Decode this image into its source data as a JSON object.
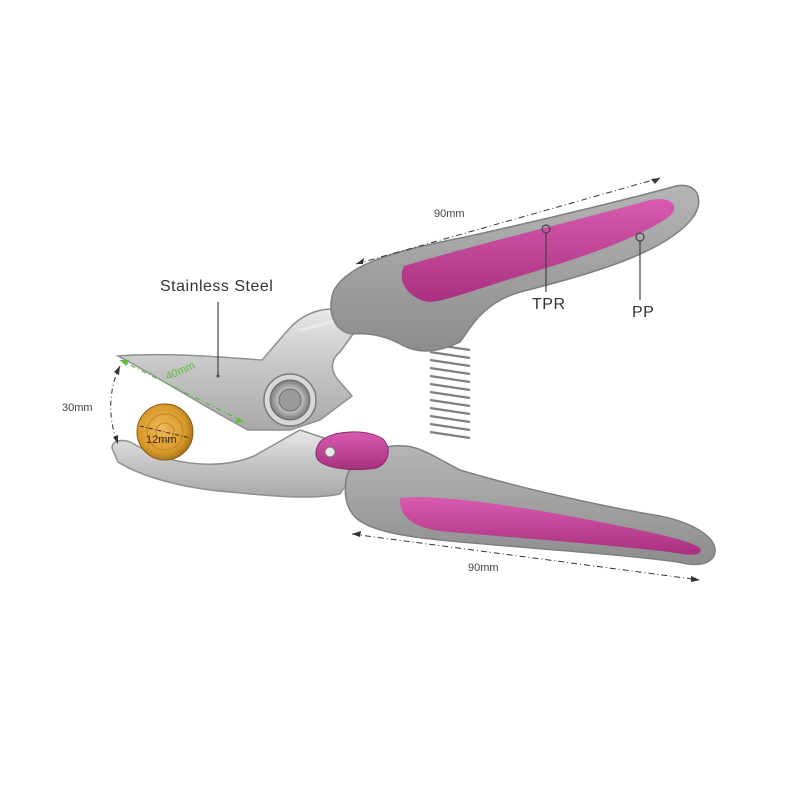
{
  "annotations": {
    "material_blade": "Stainless Steel",
    "material_grip": "TPR",
    "material_handle": "PP",
    "dim_top_handle": "90mm",
    "dim_bottom_handle": "90mm",
    "dim_blade_length": "40mm",
    "dim_jaw_opening": "30mm",
    "dim_cut_diameter": "12mm"
  },
  "colors": {
    "handle_gray": "#9c9c9c",
    "grip_magenta": "#c2409a",
    "blade_steel": "#c9c9c9",
    "spring": "#8a8a8a",
    "wood": "#d99a2b",
    "dimension_line": "#333333",
    "blade_dimension_line": "#5bbf3a"
  }
}
